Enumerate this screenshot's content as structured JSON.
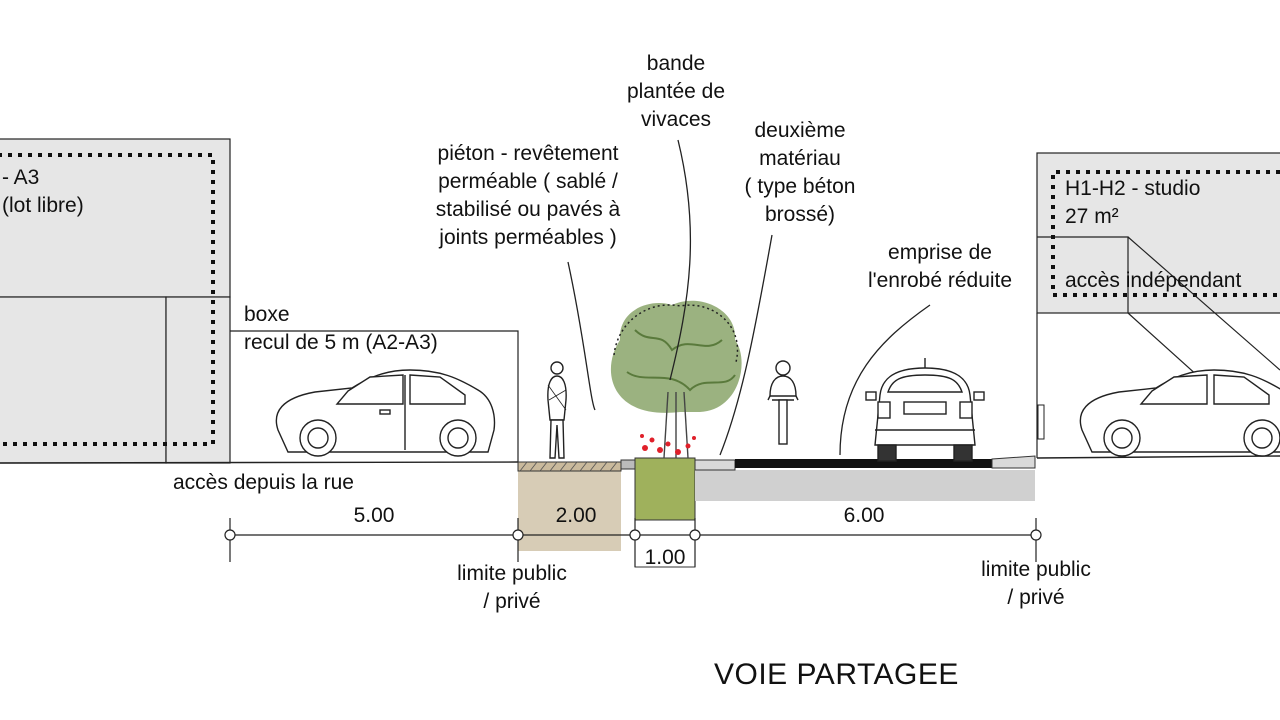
{
  "title": "VOIE PARTAGEE",
  "labels": {
    "lot_left": [
      "- A3",
      "(lot libre)"
    ],
    "boxe": [
      "boxe",
      "recul de 5 m (A2-A3)"
    ],
    "acces_rue": "accès depuis la rue",
    "pieton": [
      "piéton - revêtement",
      "perméable ( sablé /",
      "stabilisé ou pavés à",
      "joints perméables )"
    ],
    "bande": [
      "bande",
      "plantée de",
      "vivaces"
    ],
    "deuxieme": [
      "deuxième",
      "matériau",
      "( type béton",
      "brossé)"
    ],
    "emprise": [
      "emprise de",
      "l'enrobé réduite"
    ],
    "h1h2": [
      "H1-H2 - studio",
      "27 m²"
    ],
    "acces_indep": "accès indépendant",
    "limite_left": [
      "limite public",
      "/ privé"
    ],
    "limite_right": [
      "limite public",
      "/ privé"
    ]
  },
  "dimensions": {
    "recul": "5.00",
    "pieton": "2.00",
    "bande": "1.00",
    "voie": "6.00"
  },
  "colors": {
    "building_fill": "#e6e6e6",
    "sidewalk_fill": "#d7ccb6",
    "planter_fill": "#9fb15c",
    "road_fill": "#d0d0d0",
    "asphalt": "#111111",
    "foliage": "#8aa46a",
    "flowers": "#e0202a"
  }
}
